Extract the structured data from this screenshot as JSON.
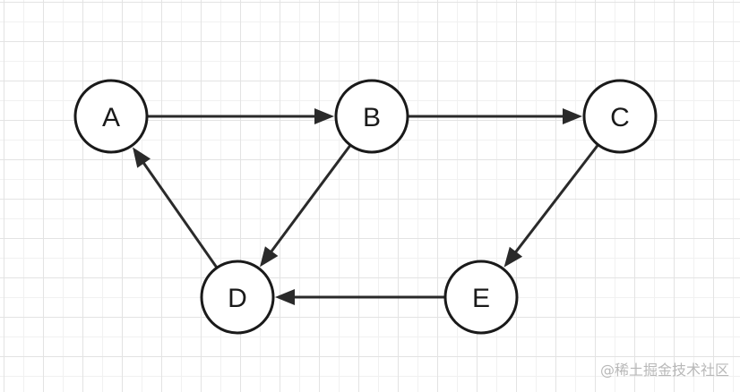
{
  "nodes": [
    {
      "id": "A",
      "label": "A"
    },
    {
      "id": "B",
      "label": "B"
    },
    {
      "id": "C",
      "label": "C"
    },
    {
      "id": "D",
      "label": "D"
    },
    {
      "id": "E",
      "label": "E"
    }
  ],
  "edges": [
    {
      "from": "A",
      "to": "B"
    },
    {
      "from": "B",
      "to": "C"
    },
    {
      "from": "B",
      "to": "D"
    },
    {
      "from": "C",
      "to": "E"
    },
    {
      "from": "E",
      "to": "D"
    },
    {
      "from": "D",
      "to": "A"
    }
  ],
  "watermark": "@稀土掘金技术社区",
  "colors": {
    "stroke": "#1a1a1a",
    "edge": "#2a2a2a",
    "grid": "#e3e3e3",
    "watermark": "#b8b8b8"
  }
}
